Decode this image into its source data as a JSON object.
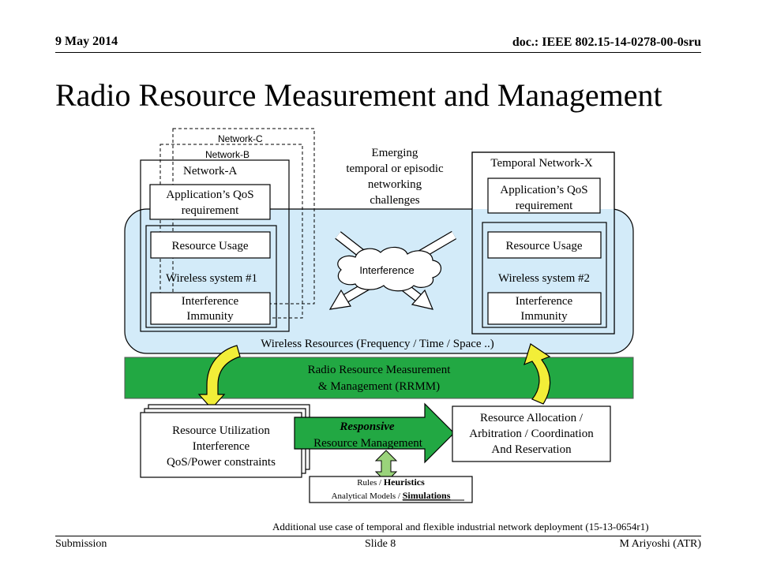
{
  "header": {
    "date": "9 May 2014",
    "doc_id": "doc.: IEEE 802.15-14-0278-00-0sru"
  },
  "title": "Radio Resource Measurement and Management",
  "diagram": {
    "network_c": "Network-C",
    "network_b": "Network-B",
    "network_a": "Network-A",
    "emerging": [
      "Emerging",
      "temporal or episodic",
      "networking",
      "challenges"
    ],
    "temporal_network": "Temporal Network-X",
    "qos_left": [
      "Application’s QoS",
      "requirement"
    ],
    "qos_right": [
      "Application’s QoS",
      "requirement"
    ],
    "resource_usage_left": "Resource Usage",
    "resource_usage_right": "Resource Usage",
    "wireless_1": "Wireless system #1",
    "wireless_2": "Wireless system #2",
    "immunity_left": [
      "Interference",
      "Immunity"
    ],
    "immunity_right": [
      "Interference",
      "Immunity"
    ],
    "interference": "Interference",
    "wireless_resources": "Wireless Resources (Frequency / Time / Space ..)",
    "rrmm": [
      "Radio Resource Measurement",
      "& Management (RRMM)"
    ],
    "utilization": [
      "Resource Utilization",
      "Interference",
      "QoS/Power constraints"
    ],
    "responsive": "Responsive",
    "resource_management": "Resource Management",
    "allocation": [
      "Resource Allocation /",
      "Arbitration / Coordination",
      "And Reservation"
    ],
    "rules_prefix": "Rules / ",
    "heuristics": "Heuristics",
    "analytical_prefix": "Analytical Models / ",
    "simulations": "Simulations"
  },
  "footer": {
    "note": "Additional use case of temporal and flexible industrial network deployment (15-13-0654r1)",
    "submission": "Submission",
    "slide": "Slide 8",
    "author": "M Ariyoshi (ATR)"
  },
  "colors": {
    "light_blue": "#d3ebf9",
    "green": "#22a843",
    "yellow": "#f2ee38"
  }
}
